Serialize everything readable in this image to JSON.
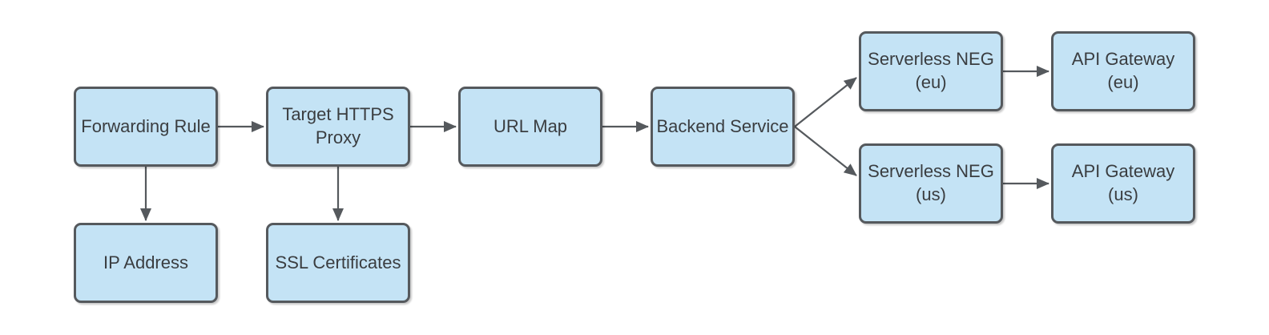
{
  "diagram": {
    "type": "flowchart",
    "nodes": {
      "forwarding_rule": {
        "label": "Forwarding Rule"
      },
      "target_https_proxy": {
        "label": "Target HTTPS\nProxy"
      },
      "url_map": {
        "label": "URL Map"
      },
      "backend_service": {
        "label": "Backend Service"
      },
      "serverless_neg_eu": {
        "label": "Serverless NEG\n(eu)"
      },
      "api_gateway_eu": {
        "label": "API Gateway\n(eu)"
      },
      "serverless_neg_us": {
        "label": "Serverless NEG\n(us)"
      },
      "api_gateway_us": {
        "label": "API Gateway\n(us)"
      },
      "ip_address": {
        "label": "IP Address"
      },
      "ssl_certificates": {
        "label": "SSL Certificates"
      }
    },
    "edges": [
      {
        "from": "forwarding_rule",
        "to": "target_https_proxy"
      },
      {
        "from": "target_https_proxy",
        "to": "url_map"
      },
      {
        "from": "url_map",
        "to": "backend_service"
      },
      {
        "from": "backend_service",
        "to": "serverless_neg_eu"
      },
      {
        "from": "backend_service",
        "to": "serverless_neg_us"
      },
      {
        "from": "serverless_neg_eu",
        "to": "api_gateway_eu"
      },
      {
        "from": "serverless_neg_us",
        "to": "api_gateway_us"
      },
      {
        "from": "forwarding_rule",
        "to": "ip_address"
      },
      {
        "from": "target_https_proxy",
        "to": "ssl_certificates"
      }
    ],
    "colors": {
      "node-fill": "#C4E3F5",
      "node-border": "#55595D",
      "connector": "#55595D",
      "node-text": "#3A3D40",
      "canvas-bg": "#FFFFFF"
    }
  }
}
